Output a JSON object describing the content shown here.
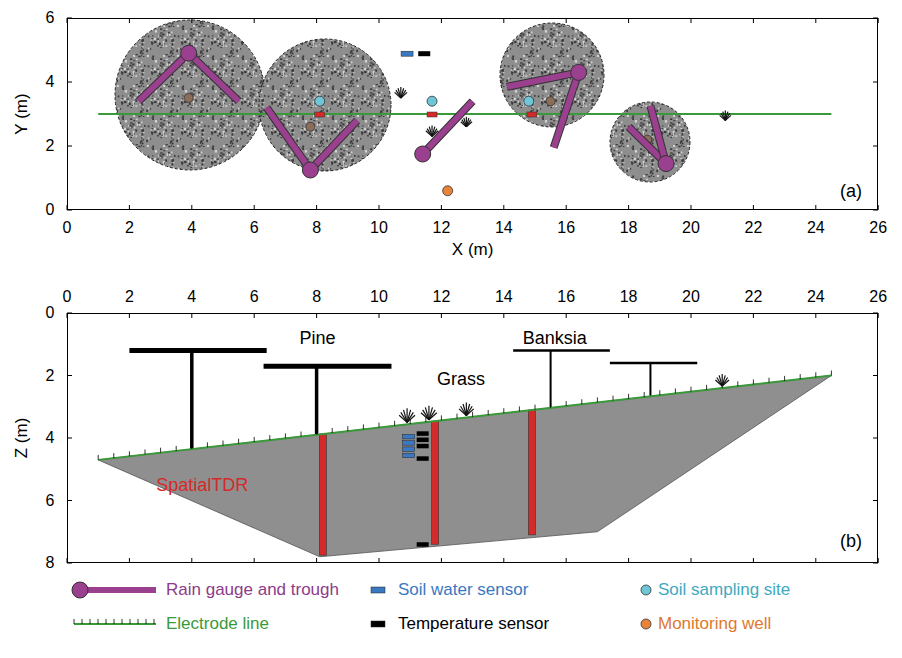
{
  "diagram": {
    "nodes": [
      {
        "text": [
          "(a)"
        ]
      },
      {
        "text": [
          "Pine",
          "Grass",
          "Banksia",
          "SpatialTDR",
          "(b)"
        ]
      }
    ],
    "labels": [
      "Y (m)",
      "6",
      "4",
      "2",
      "0",
      "0",
      "2",
      "4",
      "6",
      "8",
      "10",
      "12",
      "14",
      "16",
      "18",
      "20",
      "22",
      "24",
      "26",
      "X (m)",
      "0",
      "2",
      "4",
      "6",
      "8",
      "10",
      "12",
      "14",
      "16",
      "18",
      "20",
      "22",
      "24",
      "26",
      "Z (m)",
      "0",
      "2",
      "4",
      "6",
      "8"
    ],
    "legend": [
      {
        "text": "Rain gauge and trough"
      },
      {
        "text": "Soil water sensor",
        "color": "#3a78c2"
      },
      {
        "text": "Soil sampling site",
        "color": "#6ec6d6"
      },
      {
        "text": "Electrode line"
      },
      {
        "text": "Temperature sensor",
        "color": "#000000"
      },
      {
        "text": "Monitoring well",
        "color": "#e8833a"
      }
    ]
  }
}
